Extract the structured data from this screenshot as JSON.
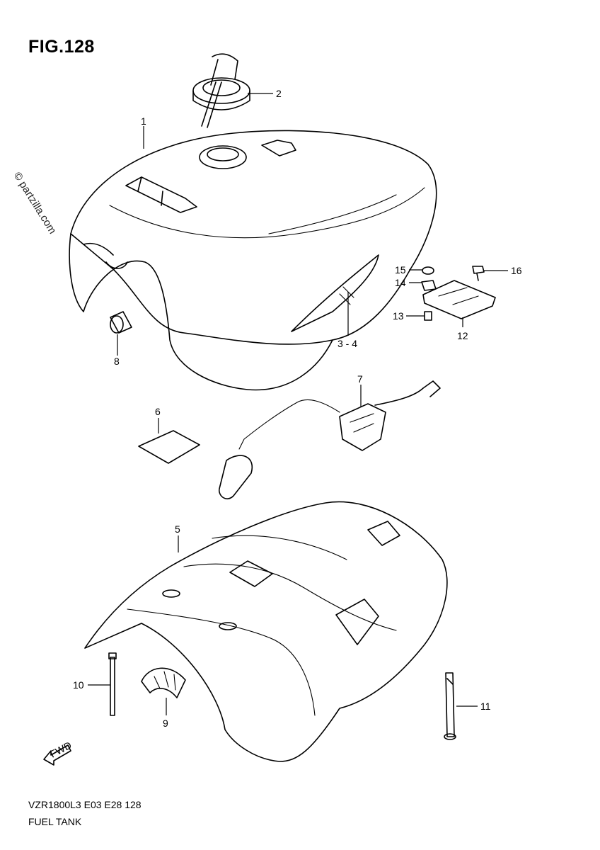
{
  "figure": {
    "title": "FIG.128",
    "watermark": "© partzilla.com"
  },
  "footer": {
    "model_line": "VZR1800L3  E03  E28  128",
    "name": "FUEL TANK"
  },
  "fwd_badge": "FWD",
  "callouts": [
    {
      "label": "1",
      "part": "fuel-tank"
    },
    {
      "label": "2",
      "part": "fuel-cap"
    },
    {
      "label": "3 - 4",
      "part": "tank-emblem"
    },
    {
      "label": "5",
      "part": "tank-cover"
    },
    {
      "label": "6",
      "part": "label"
    },
    {
      "label": "7",
      "part": "fuel-pump-sender"
    },
    {
      "label": "8",
      "part": "cushion"
    },
    {
      "label": "9",
      "part": "clamp"
    },
    {
      "label": "10",
      "part": "cable-tie"
    },
    {
      "label": "11",
      "part": "band"
    },
    {
      "label": "12",
      "part": "bracket"
    },
    {
      "label": "13",
      "part": "bolt"
    },
    {
      "label": "14",
      "part": "cushion-small"
    },
    {
      "label": "15",
      "part": "collar"
    },
    {
      "label": "16",
      "part": "bolt-upper"
    }
  ]
}
